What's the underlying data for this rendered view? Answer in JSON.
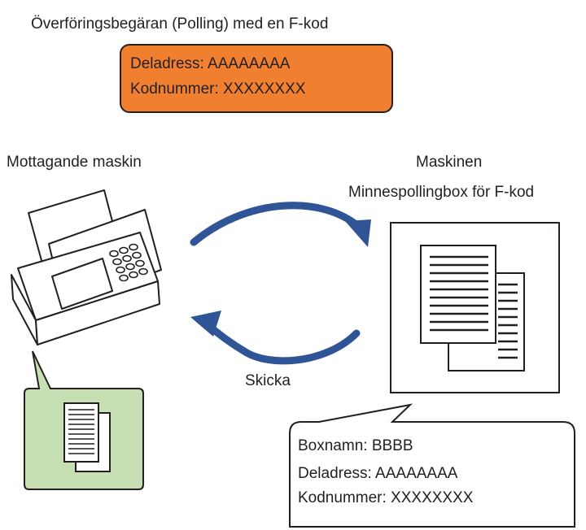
{
  "title": "Överföringsbegäran (Polling) med en F-kod",
  "request": {
    "line1": "Deladress: AAAAAAAA",
    "line2": "Kodnummer: XXXXXXXX"
  },
  "receiver_label": "Mottagande maskin",
  "machine_label": "Maskinen",
  "box_label": "Minnespollingbox för F-kod",
  "send_label": "Skicka",
  "info": {
    "line1": "Boxnamn: BBBB",
    "line2": "Deladress: AAAAAAAA",
    "line3": "Kodnummer: XXXXXXXX"
  },
  "colors": {
    "request_fill": "#f08030",
    "received_doc_fill": "#c6e0b4",
    "arrow": "#2f5597"
  }
}
